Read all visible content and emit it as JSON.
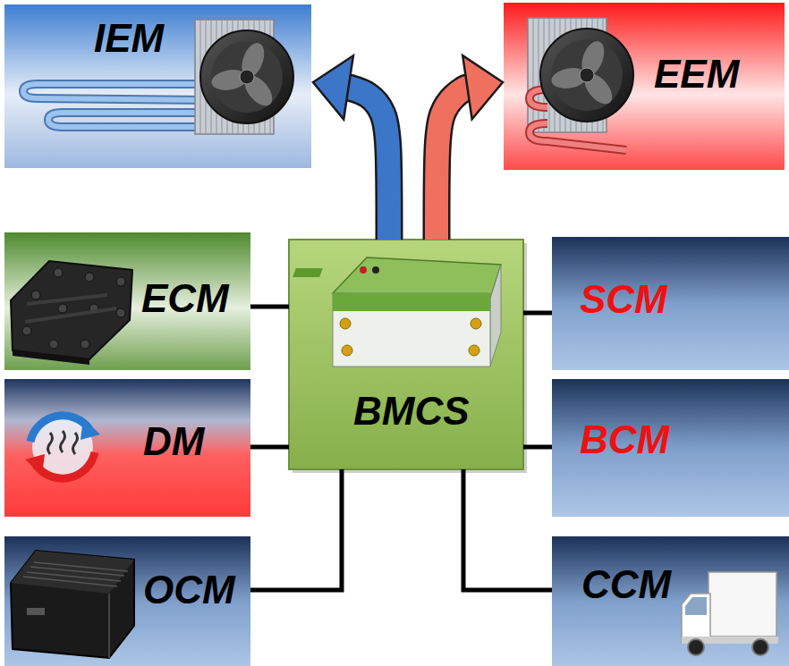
{
  "diagram": {
    "nodes": [
      {
        "text": [
          "IEM"
        ]
      },
      {
        "text": [
          "EEM"
        ]
      },
      {
        "text": [
          "ECM"
        ]
      },
      {
        "text": [
          "BMCS"
        ]
      },
      {
        "text": [
          "SCM"
        ]
      },
      {
        "text": [
          "DM"
        ]
      },
      {
        "text": [
          "BCM"
        ]
      },
      {
        "text": [
          "OCM"
        ]
      },
      {
        "text": [
          "CCM"
        ]
      }
    ],
    "edges": [
      {
        "from": 3,
        "to": 0,
        "arrow": "to"
      },
      {
        "from": 3,
        "to": 1,
        "arrow": "to"
      },
      {
        "from": 2,
        "to": 3,
        "arrow": "none"
      },
      {
        "from": 4,
        "to": 3,
        "arrow": "none"
      },
      {
        "from": 5,
        "to": 3,
        "arrow": "none"
      },
      {
        "from": 6,
        "to": 3,
        "arrow": "none"
      },
      {
        "from": 7,
        "to": 3,
        "arrow": "none"
      },
      {
        "from": 8,
        "to": 3,
        "arrow": "none"
      }
    ]
  }
}
